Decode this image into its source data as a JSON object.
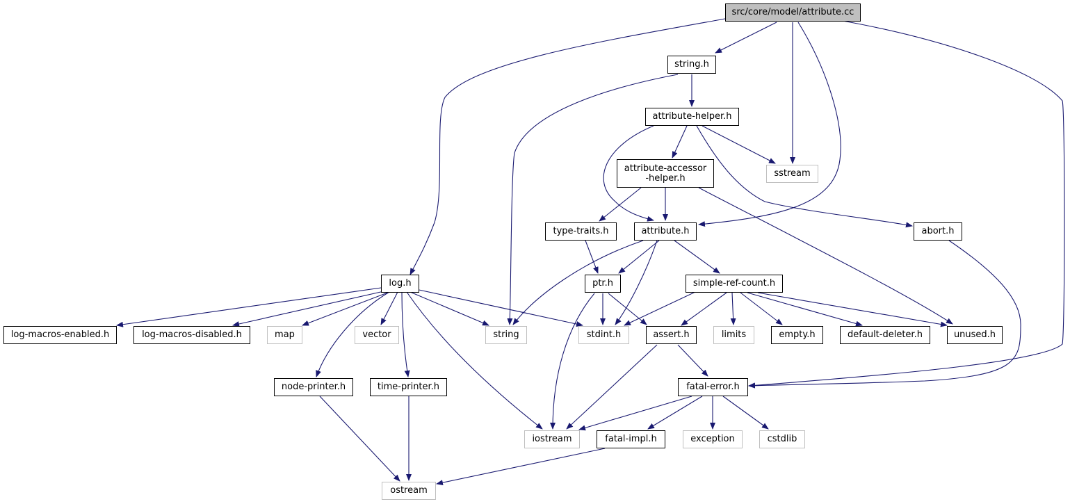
{
  "diagram": {
    "edge_color": "#191970",
    "nodes": {
      "attribute_cc": "src/core/model/attribute.cc",
      "string_h": "string.h",
      "attribute_helper_h": "attribute-helper.h",
      "attribute_accessor_helper_h": "attribute-accessor\n-helper.h",
      "sstream": "sstream",
      "type_traits_h": "type-traits.h",
      "attribute_h": "attribute.h",
      "abort_h": "abort.h",
      "log_h": "log.h",
      "ptr_h": "ptr.h",
      "simple_ref_count_h": "simple-ref-count.h",
      "log_macros_enabled_h": "log-macros-enabled.h",
      "log_macros_disabled_h": "log-macros-disabled.h",
      "map": "map",
      "vector": "vector",
      "string": "string",
      "stdint_h": "stdint.h",
      "assert_h": "assert.h",
      "limits": "limits",
      "empty_h": "empty.h",
      "default_deleter_h": "default-deleter.h",
      "unused_h": "unused.h",
      "node_printer_h": "node-printer.h",
      "time_printer_h": "time-printer.h",
      "fatal_error_h": "fatal-error.h",
      "iostream": "iostream",
      "fatal_impl_h": "fatal-impl.h",
      "exception": "exception",
      "cstdlib": "cstdlib",
      "ostream": "ostream"
    }
  }
}
